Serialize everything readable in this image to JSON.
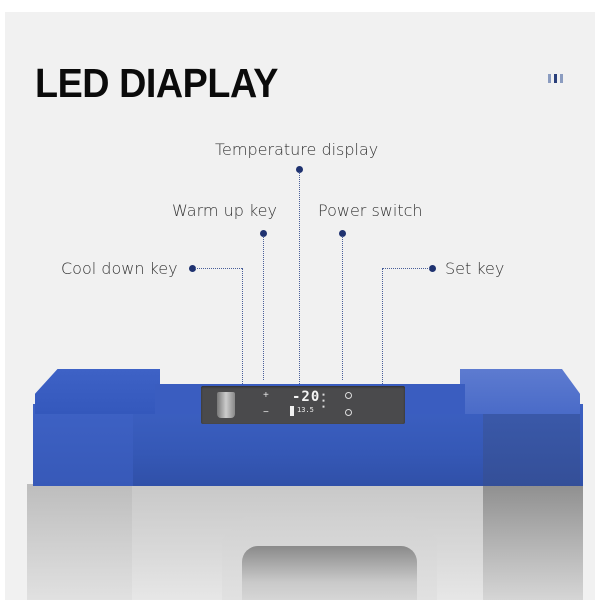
{
  "header": {
    "title": "LED DIAPLAY",
    "pager_indicator": {
      "count": 3,
      "active_index": 1
    }
  },
  "callouts": [
    {
      "id": "temperature-display",
      "label": "Temperature display"
    },
    {
      "id": "warm-up-key",
      "label": "Warm up key"
    },
    {
      "id": "power-switch",
      "label": "Power switch"
    },
    {
      "id": "cool-down-key",
      "label": "Cool down key"
    },
    {
      "id": "set-key",
      "label": "Set key"
    }
  ],
  "display_panel": {
    "plus_symbol": "+",
    "minus_symbol": "−",
    "temperature_value": "-20",
    "secondary_value": "13.5",
    "power_icon": "power-icon",
    "set_icon": "set-icon"
  },
  "colors": {
    "accent_blue": "#3558b6",
    "leader_dot": "#1f3270",
    "background": "#f1f1f1",
    "display_panel": "#4a4a4c"
  }
}
